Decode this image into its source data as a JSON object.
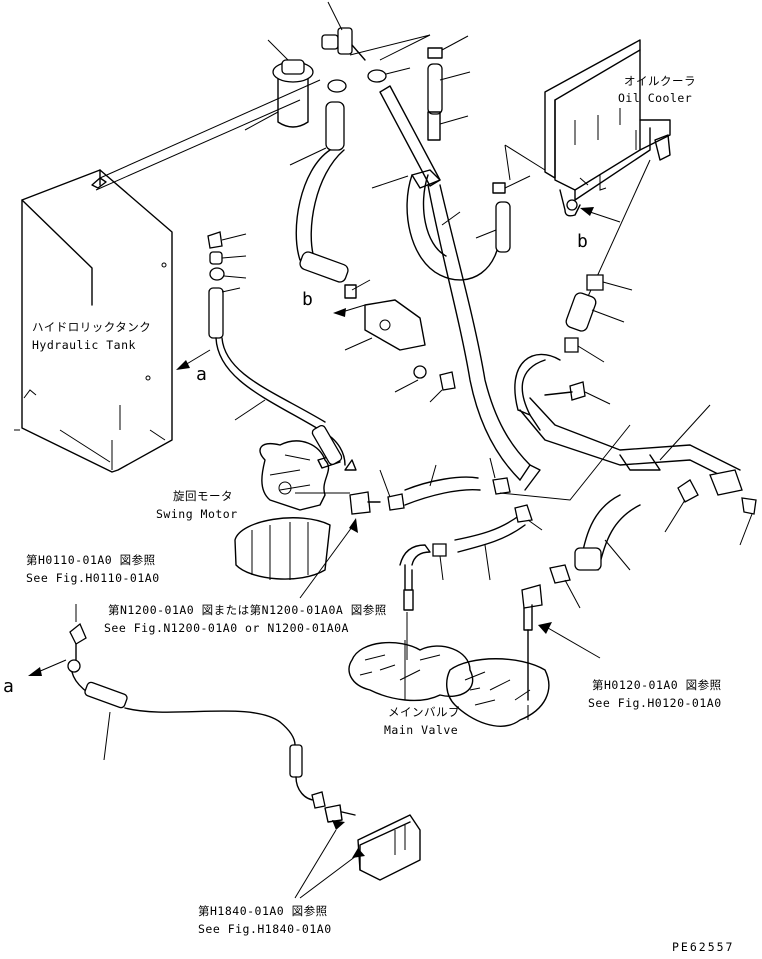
{
  "labels": {
    "oil_cooler_jp": "オイルクーラ",
    "oil_cooler_en": "Oil Cooler",
    "hydraulic_tank_jp": "ハイドロリックタンク",
    "hydraulic_tank_en": "Hydraulic Tank",
    "swing_motor_jp": "旋回モータ",
    "swing_motor_en": "Swing Motor",
    "main_valve_jp": "メインバルブ",
    "main_valve_en": "Main Valve",
    "ref_h0110_jp": "第H0110-01A0 図参照",
    "ref_h0110_en": "See Fig.H0110-01A0",
    "ref_n1200_jp": "第N1200-01A0 図または第N1200-01A0A 図参照",
    "ref_n1200_en": "See Fig.N1200-01A0 or N1200-01A0A",
    "ref_h0120_jp": "第H0120-01A0 図参照",
    "ref_h0120_en": "See Fig.H0120-01A0",
    "ref_h1840_jp": "第H1840-01A0 図参照",
    "ref_h1840_en": "See Fig.H1840-01A0",
    "marker_a_tank": "a",
    "marker_a_left": "a",
    "marker_b_left": "b",
    "marker_b_right": "b",
    "drawing_code": "PE62557"
  }
}
